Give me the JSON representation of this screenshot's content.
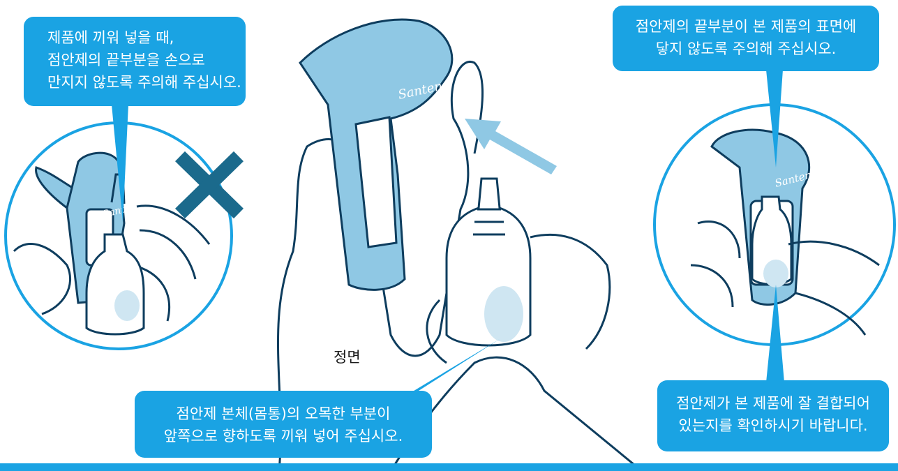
{
  "colors": {
    "callout_blue": "#1aa3e3",
    "outline_navy": "#0e3d5e",
    "adapter_blue": "#8fc8e4",
    "arrow_blue": "#8fc8e4",
    "cross_blue": "#1b6a8c",
    "bottle_fill": "#ffffff",
    "bottle_recess": "#cfe6f2"
  },
  "icons": [
    "cross-mark-icon",
    "insert-direction-arrow-icon"
  ],
  "logo_text": "Santen",
  "callouts": {
    "top_left": {
      "line1": "제품에 끼워 넣을 때,",
      "line2": "점안제의 끝부분을 손으로",
      "line3": "만지지 않도록 주의해 주십시오."
    },
    "top_right": {
      "line1": "점안제의 끝부분이 본 제품의 표면에",
      "line2": "닿지 않도록 주의해 주십시오."
    },
    "bottom_center": {
      "line1": "점안제 본체(몸통)의 오목한 부분이",
      "line2": "앞쪽으로 향하도록 끼워 넣어 주십시오."
    },
    "bottom_right": {
      "line1": "점안제가 본 제품에 잘 결합되어",
      "line2": "있는지를 확인하시기 바랍니다."
    }
  },
  "front_label": "정면"
}
